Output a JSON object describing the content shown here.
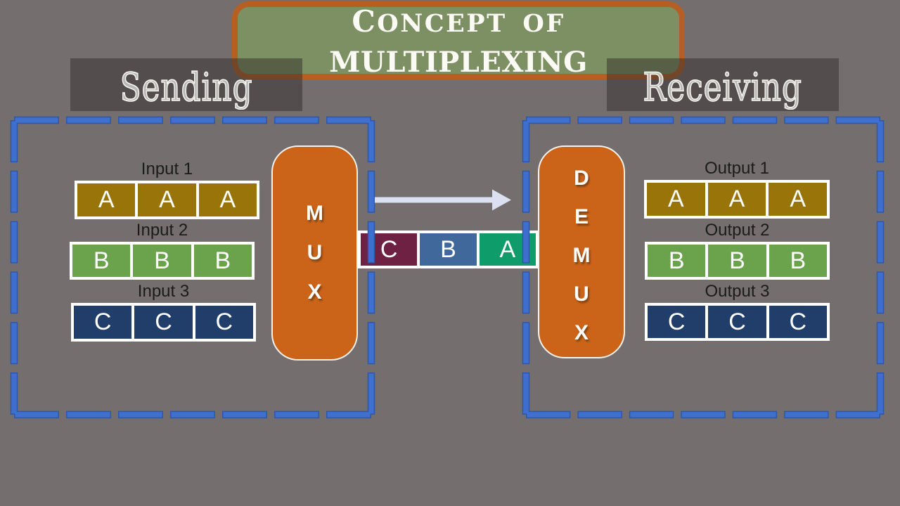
{
  "title": {
    "line1_initial": "C",
    "line1_rest": "ONCEPT OF",
    "line2": "MULTIPLEXING"
  },
  "sending_panel": {
    "label": "Sending",
    "inputs": [
      {
        "label": "Input 1",
        "cells": [
          "A",
          "A",
          "A"
        ],
        "color": "#997509"
      },
      {
        "label": "Input 2",
        "cells": [
          "B",
          "B",
          "B"
        ],
        "color": "#6AA34C"
      },
      {
        "label": "Input 3",
        "cells": [
          "C",
          "C",
          "C"
        ],
        "color": "#203E69"
      }
    ]
  },
  "receiving_panel": {
    "label": "Receiving",
    "outputs": [
      {
        "label": "Output 1",
        "cells": [
          "A",
          "A",
          "A"
        ],
        "color": "#997509"
      },
      {
        "label": "Output 2",
        "cells": [
          "B",
          "B",
          "B"
        ],
        "color": "#6AA34C"
      },
      {
        "label": "Output 3",
        "cells": [
          "C",
          "C",
          "C"
        ],
        "color": "#203E69"
      }
    ]
  },
  "mux": {
    "label": "MUX",
    "stacked": "M\nU\nX"
  },
  "demux": {
    "label": "DEMUX",
    "stacked": "D\nE\nM\nU\nX"
  },
  "channel": {
    "cells": [
      {
        "letter": "C",
        "color": "#6F2144"
      },
      {
        "letter": "B",
        "color": "#41689B"
      },
      {
        "letter": "A",
        "color": "#0E9C6A"
      }
    ]
  },
  "colors": {
    "background": "#746F6E",
    "title_fill": "#7D9063",
    "title_border": "#BC6526",
    "side_label_fill": "#565150",
    "mux_fill": "#CB6318",
    "dash_blue": "#3E71D3",
    "dash_outline": "#2A55A8",
    "arrow": "#DCE1F1",
    "text_light": "#FFFFFF",
    "text_dark": "#1B1B1B"
  }
}
